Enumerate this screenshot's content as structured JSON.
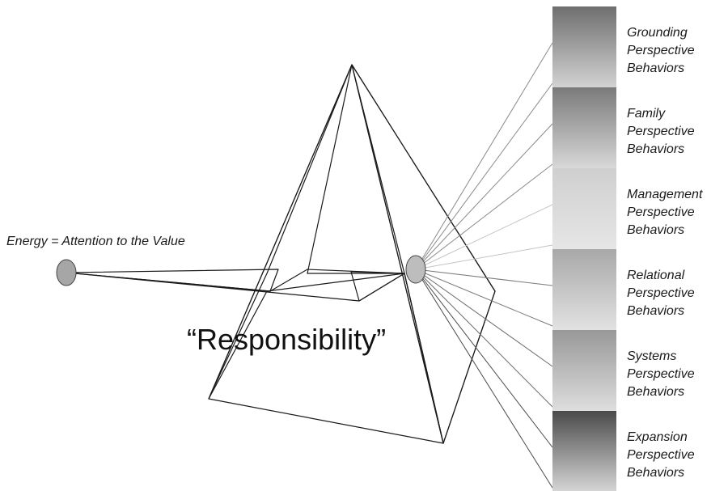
{
  "energy_label": "Energy = Attention to the Value",
  "value_label": "“Responsibility”",
  "bands": [
    {
      "lines": [
        "Grounding",
        "Perspective",
        "Behaviors"
      ],
      "top_color": "#6e6e6e",
      "bottom_color": "#d2d2d2",
      "ray_color": "#8a8a8a"
    },
    {
      "lines": [
        "Family",
        "Perspective",
        "Behaviors"
      ],
      "top_color": "#7a7a7a",
      "bottom_color": "#d8d8d8",
      "ray_color": "#8a8a8a"
    },
    {
      "lines": [
        "Management",
        "Perspective",
        "Behaviors"
      ],
      "top_color": "#cfcfcf",
      "bottom_color": "#e6e6e6",
      "ray_color": "#c4c4c4"
    },
    {
      "lines": [
        "Relational",
        "Perspective",
        "Behaviors"
      ],
      "top_color": "#a8a8a8",
      "bottom_color": "#e2e2e2",
      "ray_color": "#7a7a7a"
    },
    {
      "lines": [
        "Systems",
        "Perspective",
        "Behaviors"
      ],
      "top_color": "#989898",
      "bottom_color": "#dedede",
      "ray_color": "#6a6a6a"
    },
    {
      "lines": [
        "Expansion",
        "Perspective",
        "Behaviors"
      ],
      "top_color": "#4a4a4a",
      "bottom_color": "#d6d6d6",
      "ray_color": "#4a4a4a"
    }
  ],
  "colors": {
    "pyramid_face": "#d4d4d4",
    "pyramid_dark_face": "#9e9e9e",
    "source_dot": "#a6a6a6",
    "focal_dot": "#bdbdbd"
  }
}
